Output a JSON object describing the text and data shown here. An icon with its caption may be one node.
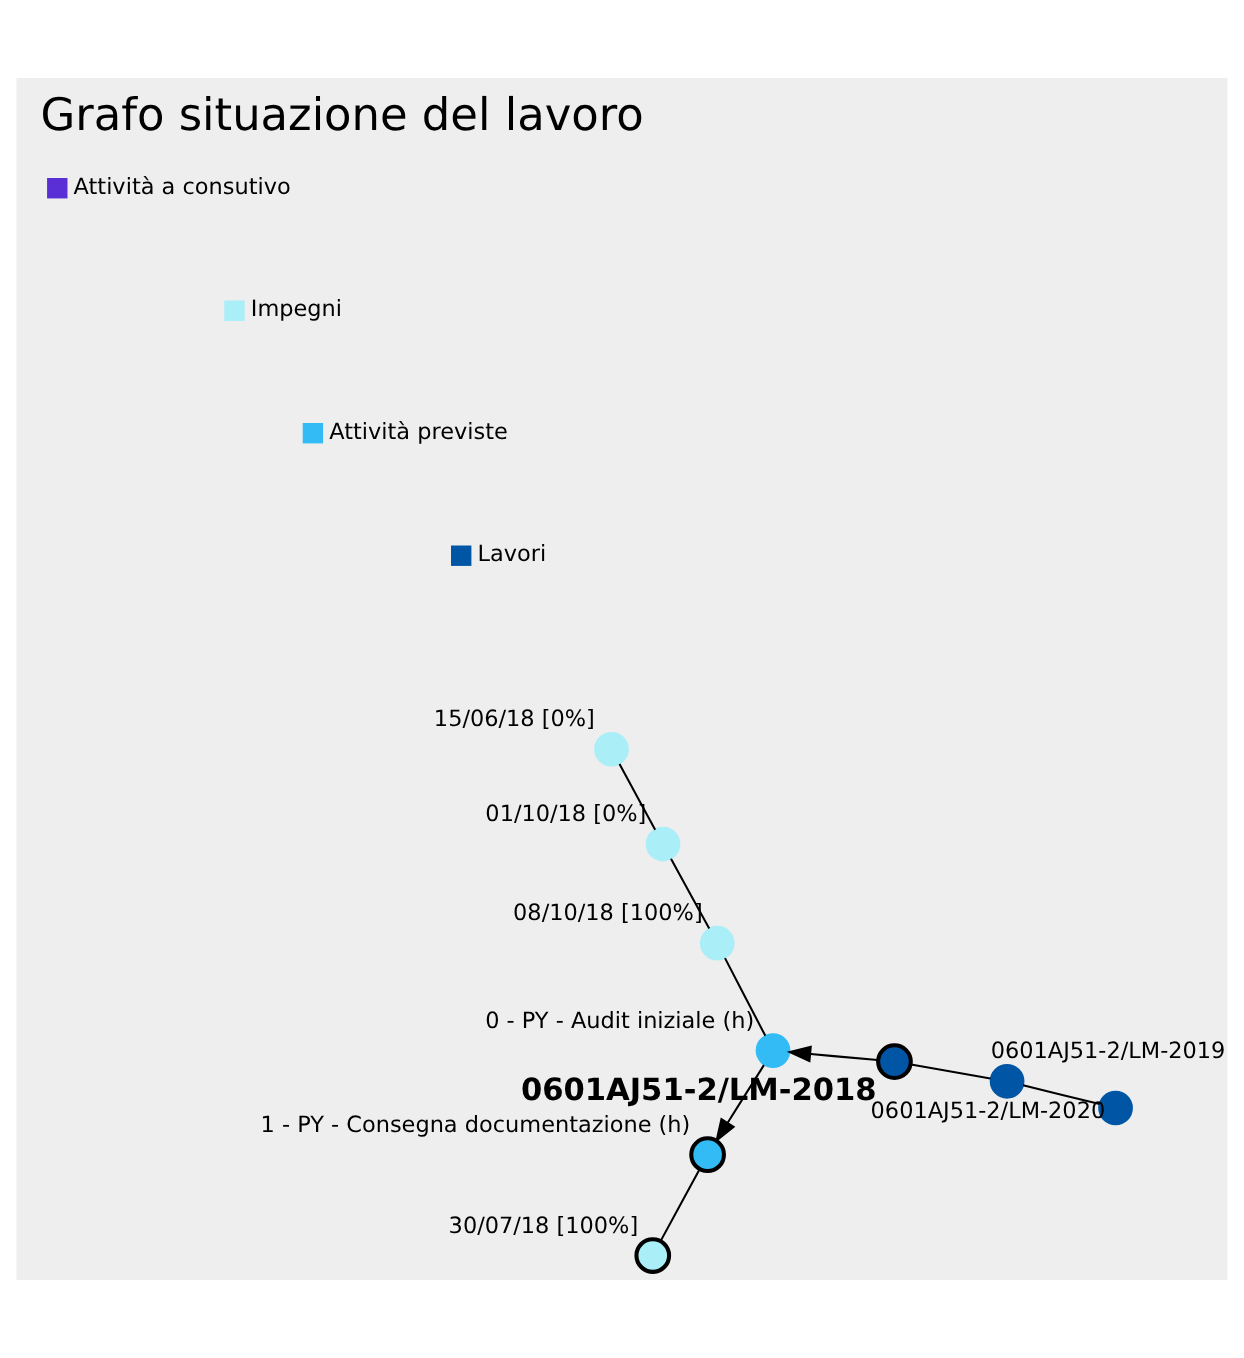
{
  "diagram": {
    "title": "Grafo situazione del lavoro",
    "nodes": [
      {
        "text": [],
        "shape": "circle",
        "beside": [
          "15/06/18 [0%]"
        ]
      },
      {
        "text": [],
        "shape": "circle",
        "beside": [
          "01/10/18 [0%]"
        ]
      },
      {
        "text": [],
        "shape": "circle",
        "beside": [
          "30/07/18 [100%]"
        ]
      },
      {
        "text": [],
        "shape": "circle",
        "beside": [
          "0601AJ51-2/LM-2020"
        ]
      },
      {
        "text": [],
        "shape": "circle",
        "beside": [
          "08/10/18 [100%]"
        ]
      },
      {
        "text": [],
        "shape": "circle",
        "beside": [
          "0601AJ51-2/LM-2019"
        ]
      },
      {
        "text": [],
        "shape": "circle",
        "beside": [
          "0 - PY - Audit iniziale (h)"
        ]
      },
      {
        "text": [],
        "shape": "circle",
        "beside": [
          "1 - PY - Consegna documentazione (h)"
        ]
      },
      {
        "text": [],
        "shape": "circle",
        "beside": [
          "0601AJ51-2/LM-2018"
        ]
      }
    ],
    "edges": [
      {
        "from": 0,
        "to": 1,
        "arrow": "none"
      },
      {
        "from": 1,
        "to": 4,
        "arrow": "none"
      },
      {
        "from": 4,
        "to": 6,
        "arrow": "none"
      },
      {
        "from": 2,
        "to": 7,
        "arrow": "none"
      },
      {
        "from": 6,
        "to": 7,
        "arrow": "to"
      },
      {
        "from": 8,
        "to": 6,
        "arrow": "to"
      },
      {
        "from": 8,
        "to": 5,
        "arrow": "none"
      },
      {
        "from": 5,
        "to": 3,
        "arrow": "none"
      }
    ],
    "legend": [
      {
        "text": "Lavori",
        "color": "#0055a5"
      },
      {
        "text": "Attività previste",
        "color": "#33bbf5"
      },
      {
        "text": "Impegni",
        "color": "#aaeef8"
      },
      {
        "text": "Attività a consutivo",
        "color": "#5b2fd6"
      }
    ]
  }
}
